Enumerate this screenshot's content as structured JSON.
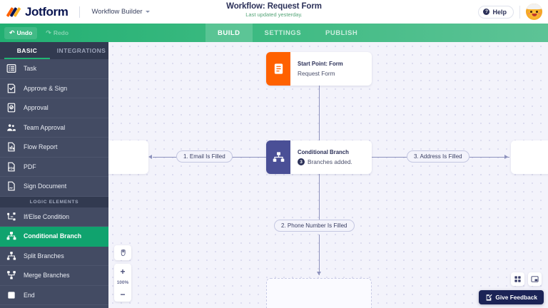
{
  "header": {
    "brand_name": "Jotform",
    "product_label": "Workflow Builder",
    "workflow_title": "Workflow: Request Form",
    "last_updated": "Last updated yesterday.",
    "help_label": "Help",
    "help_glyph": "?",
    "avatar_name": "user-avatar"
  },
  "toolbar": {
    "undo_label": "Undo",
    "undo_glyph": "↶",
    "redo_label": "Redo",
    "redo_glyph": "↷",
    "tabs": [
      {
        "label": "BUILD",
        "active": true
      },
      {
        "label": "SETTINGS",
        "active": false
      },
      {
        "label": "PUBLISH",
        "active": false
      }
    ]
  },
  "sidebar": {
    "tabs": [
      {
        "label": "BASIC",
        "active": true
      },
      {
        "label": "INTEGRATIONS",
        "active": false
      }
    ],
    "items": [
      {
        "label": "Task",
        "icon": "task-list-icon",
        "active": false
      },
      {
        "label": "Approve & Sign",
        "icon": "approve-sign-icon",
        "active": false
      },
      {
        "label": "Approval",
        "icon": "approval-icon",
        "active": false
      },
      {
        "label": "Team Approval",
        "icon": "team-approval-icon",
        "active": false
      },
      {
        "label": "Flow Report",
        "icon": "flow-report-icon",
        "active": false
      },
      {
        "label": "PDF",
        "icon": "pdf-icon",
        "active": false
      },
      {
        "label": "Sign Document",
        "icon": "sign-document-icon",
        "active": false
      }
    ],
    "section_label": "LOGIC ELEMENTS",
    "logic_items": [
      {
        "label": "If/Else Condition",
        "icon": "if-else-icon",
        "active": false
      },
      {
        "label": "Conditional Branch",
        "icon": "conditional-branch-icon",
        "active": true
      },
      {
        "label": "Split Branches",
        "icon": "split-branches-icon",
        "active": false
      },
      {
        "label": "Merge Branches",
        "icon": "merge-branches-icon",
        "active": false
      },
      {
        "label": "End",
        "icon": "end-icon",
        "active": false
      }
    ]
  },
  "canvas": {
    "nodes": [
      {
        "id": "start-point",
        "title": "Start Point: Form",
        "description": "Request Form",
        "icon": "form-document-icon",
        "icon_color": "#ff6100"
      },
      {
        "id": "conditional-branch",
        "title": "Conditional Branch",
        "description": "Branches added.",
        "badge": "3",
        "icon": "conditional-branch-icon",
        "icon_color": "#4a4f96"
      }
    ],
    "branch_pills": [
      {
        "label": "1. Email Is Filled"
      },
      {
        "label": "2. Phone Number Is Filled"
      },
      {
        "label": "3. Address Is Filled"
      }
    ],
    "zoom": {
      "pan_tool": "pan-hand-icon",
      "zoom_in": "+",
      "level": "100%",
      "zoom_out": "−"
    },
    "controls": [
      {
        "name": "grid-layout-button",
        "icon": "grid-four-squares-icon"
      },
      {
        "name": "minimap-button",
        "icon": "minimap-icon"
      }
    ],
    "feedback_label": "Give Feedback"
  }
}
